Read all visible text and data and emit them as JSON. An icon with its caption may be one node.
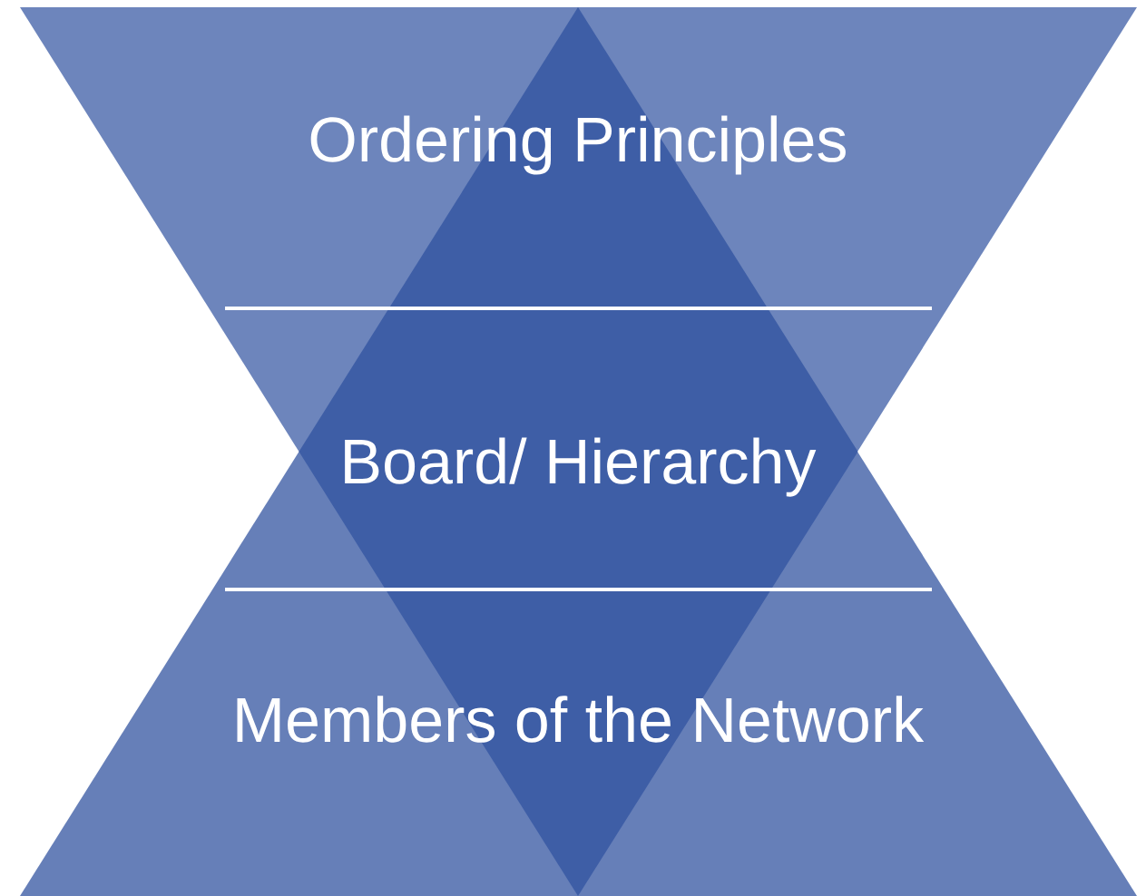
{
  "diagram": {
    "labels": [
      "Ordering Principles",
      "Board/ Hierarchy",
      "Members of the Network"
    ]
  }
}
